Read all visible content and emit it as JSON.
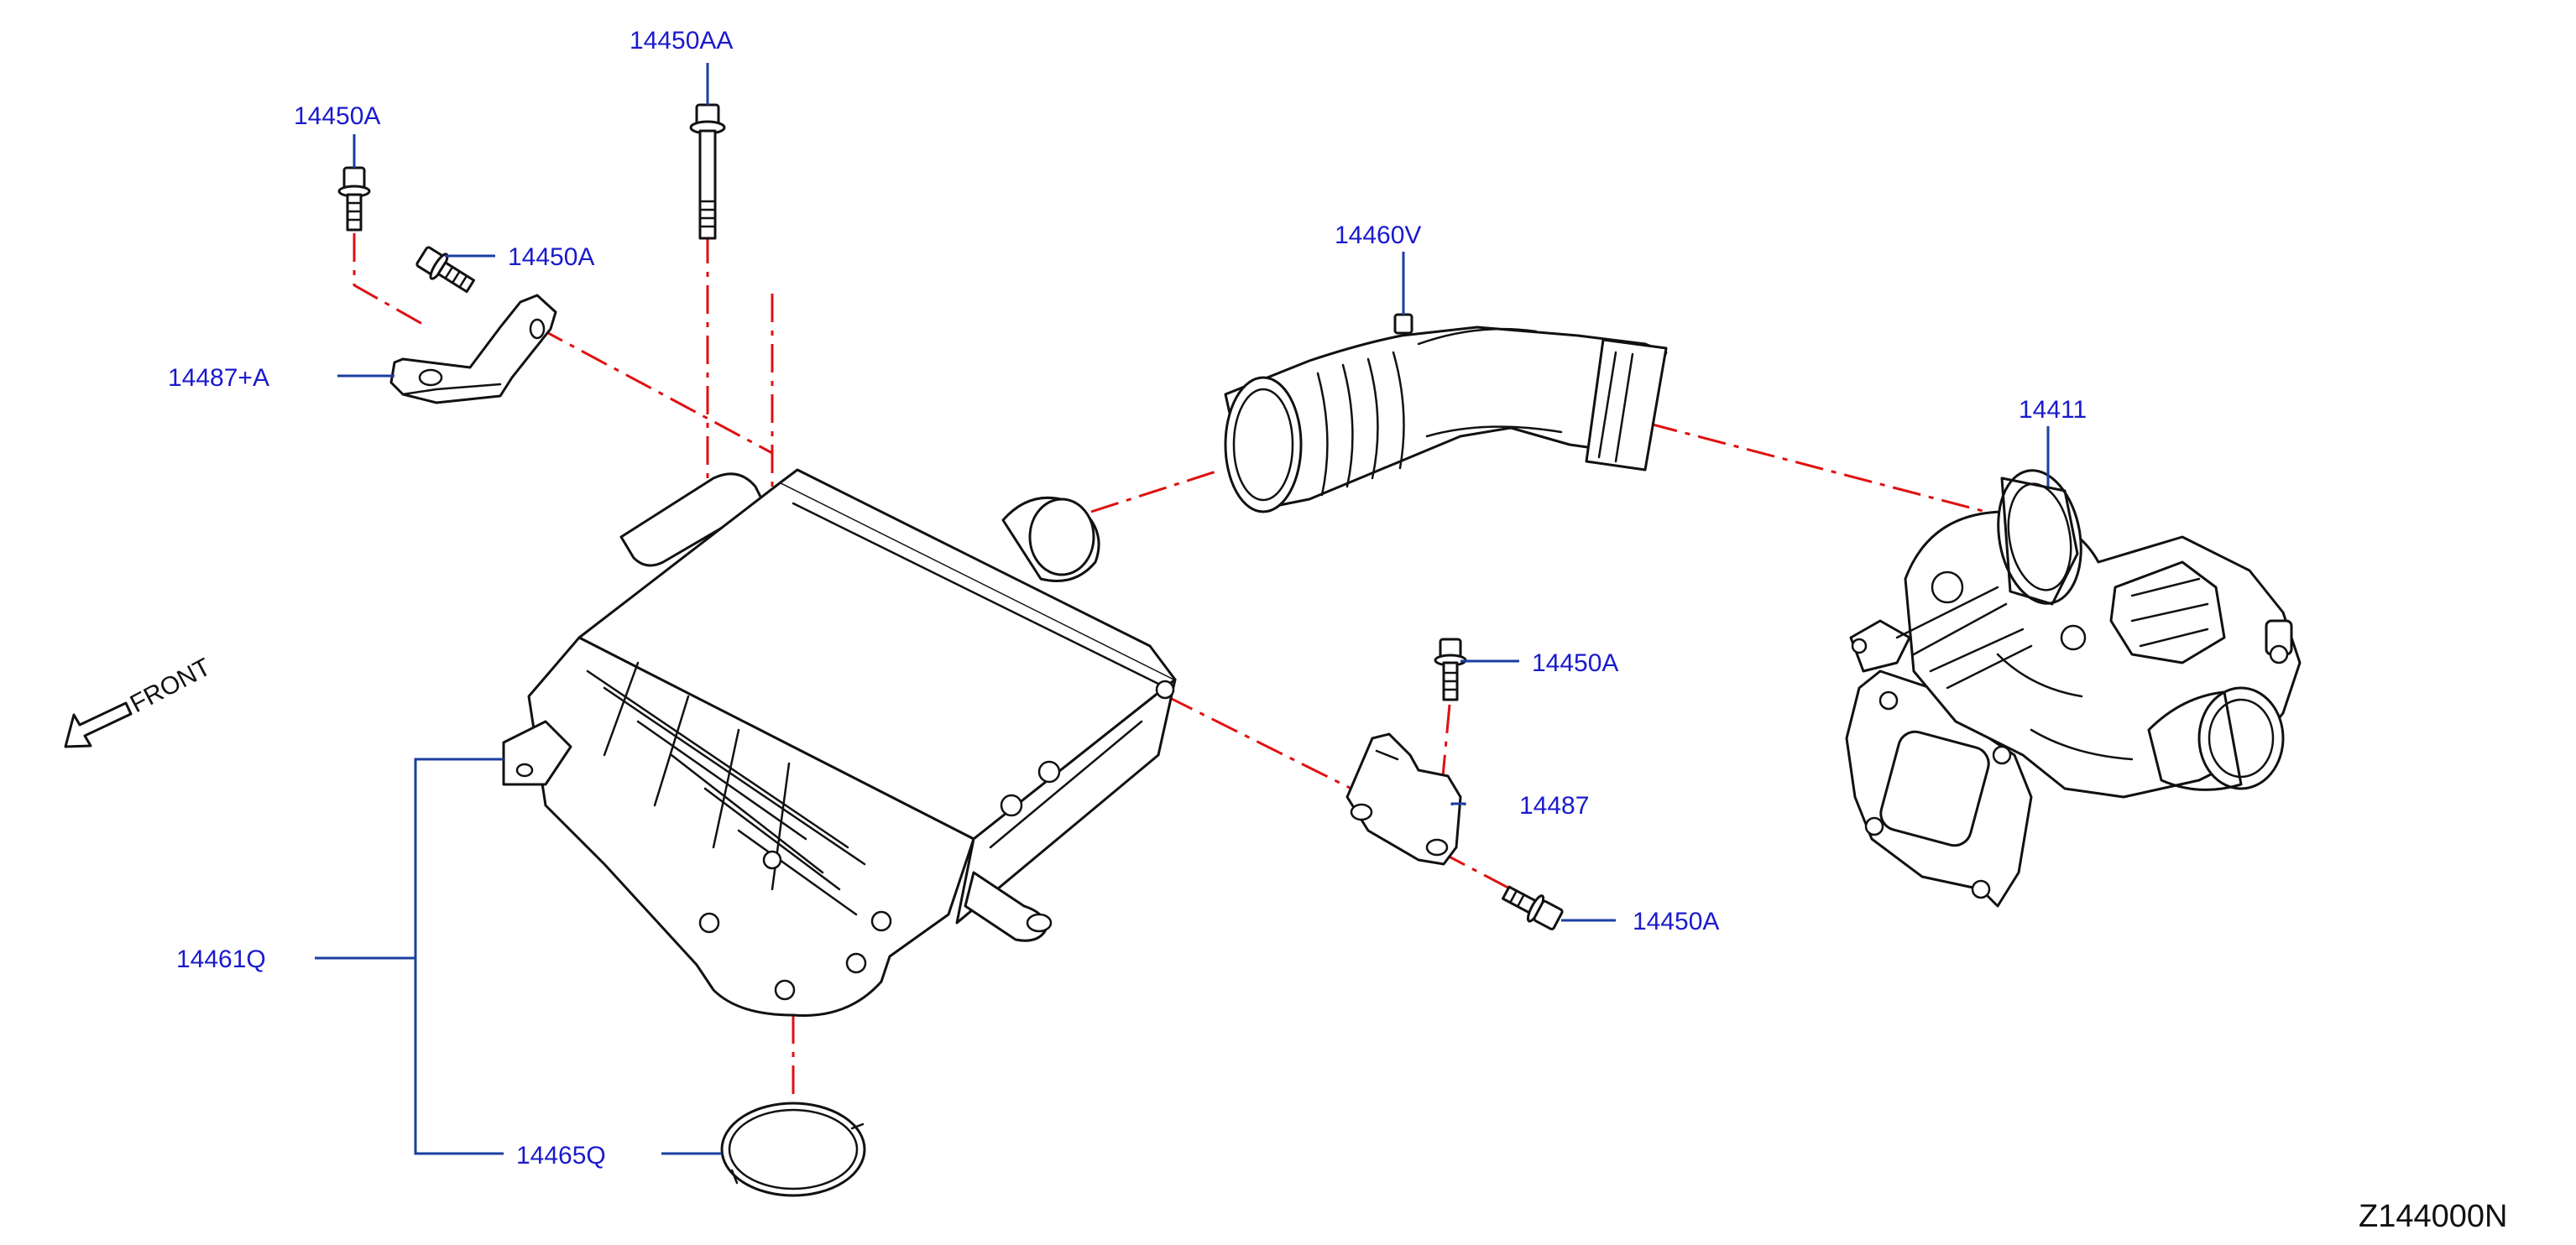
{
  "diagram": {
    "labels": {
      "bolt_14450aa": "14450AA",
      "bolt_14450a_top": "14450A",
      "bolt_14450a_upper": "14450A",
      "bracket_14487_a": "14487+A",
      "hose_14460v": "14460V",
      "turbo_14411": "14411",
      "bolt_14450a_right": "14450A",
      "bracket_14487": "14487",
      "bolt_14450a_lower": "14450A",
      "intercooler_14461q": "14461Q",
      "gasket_14465q": "14465Q"
    },
    "front_label": "FRONT",
    "diagram_code": "Z144000N",
    "colors": {
      "label": "#1a1acc",
      "leader": "#1a3fa0",
      "centerline": "#e01010",
      "outline": "#111111"
    }
  }
}
